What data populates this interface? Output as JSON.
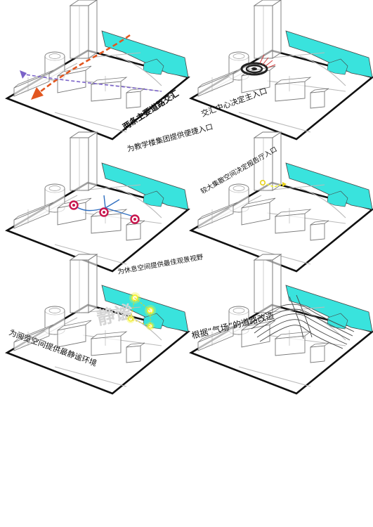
{
  "panels": [
    {
      "caption": "两条主要道路交汇"
    },
    {
      "caption": "交汇中心决定主入口"
    },
    {
      "caption": "为教学楼集团提供便捷入口"
    },
    {
      "caption": "较大集散空间决定报告厅入口"
    },
    {
      "caption": "为休息空间提供最佳观景视野",
      "watermark": "静谧"
    },
    {
      "caption": "为阅览空间提供最静谧环境"
    },
    {
      "caption": "根据“气场”的道路改造"
    }
  ],
  "colors": {
    "water": "#39e3dd",
    "paper": "#ffffff",
    "outline": "#111111",
    "arrow_orange": "#e2561f",
    "arrow_purple": "#7a62c8",
    "path_blue": "#2f6fc0",
    "entrance_red": "#c8174e",
    "dot_yellow": "#f2f233",
    "fan_red": "#d23a3a"
  },
  "icons": [
    "target-icon",
    "entry-node-icon",
    "glow-dot-icon",
    "arrow-icon"
  ]
}
